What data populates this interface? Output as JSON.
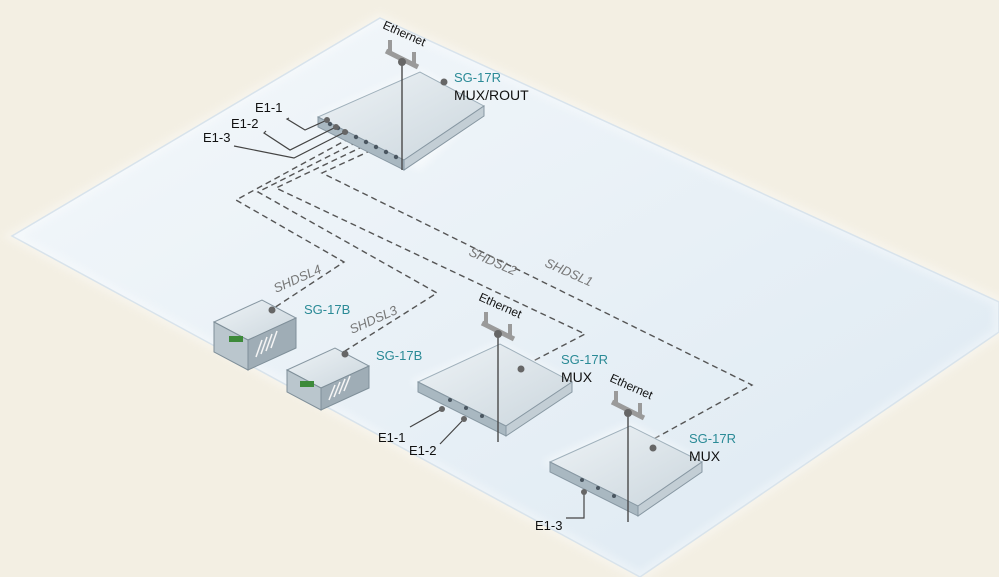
{
  "devices": {
    "main": {
      "model": "SG-17R",
      "role": "MUX/ROUT",
      "ethernet": "Ethernet",
      "ports": [
        "E1-1",
        "E1-2",
        "E1-3"
      ]
    },
    "mux_a": {
      "model": "SG-17R",
      "role": "MUX",
      "ethernet": "Ethernet",
      "ports": [
        "E1-1",
        "E1-2"
      ]
    },
    "mux_b": {
      "model": "SG-17R",
      "role": "MUX",
      "ethernet": "Ethernet",
      "ports": [
        "E1-3"
      ]
    },
    "sg17b_top": {
      "model": "SG-17B"
    },
    "sg17b_bottom": {
      "model": "SG-17B"
    }
  },
  "links": [
    "SHDSL1",
    "SHDSL2",
    "SHDSL3",
    "SHDSL4"
  ],
  "colors": {
    "model_label": "#2a8a96",
    "floor": "#e9f1f7",
    "device_top": "#dde6ec"
  }
}
